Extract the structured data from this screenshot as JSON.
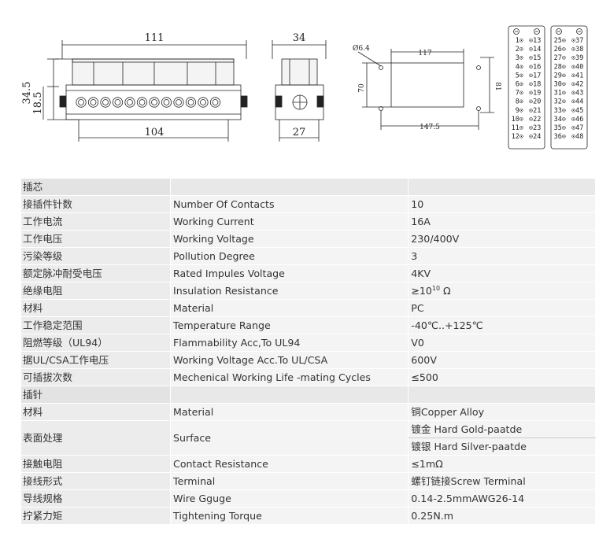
{
  "drawing": {
    "front": {
      "width_top": "111",
      "height_total": "34.5",
      "height_body": "18.5",
      "width_bottom": "104"
    },
    "side": {
      "width_top": "34",
      "width_bottom": "27"
    },
    "panel": {
      "hole": "Ø6.4",
      "w_inner": "117",
      "h_inner": "70",
      "w_outer": "147.5",
      "h_outer": "81"
    },
    "pins_left": {
      "col_a": [
        "1⊙",
        "2⊙",
        "3⊙",
        "4⊙",
        "5⊙",
        "6⊙",
        "7⊙",
        "8⊙",
        "9⊙",
        "10⊙",
        "11⊙",
        "12⊙"
      ],
      "col_b": [
        "⊙13",
        "⊙14",
        "⊙15",
        "⊙16",
        "⊙17",
        "⊙18",
        "⊙19",
        "⊙20",
        "⊙21",
        "⊙22",
        "⊙23",
        "⊙24"
      ]
    },
    "pins_right": {
      "col_a": [
        "25⊙",
        "26⊙",
        "27⊙",
        "28⊙",
        "29⊙",
        "30⊙",
        "31⊙",
        "32⊙",
        "33⊙",
        "34⊙",
        "35⊙",
        "36⊙"
      ],
      "col_b": [
        "⊙37",
        "⊙38",
        "⊙39",
        "⊙40",
        "⊙41",
        "⊙42",
        "⊙43",
        "⊙44",
        "⊙45",
        "⊙46",
        "⊙47",
        "⊙48"
      ]
    }
  },
  "sections": [
    {
      "title": "插芯",
      "rows": [
        {
          "cn": "接插件针数",
          "en": "Number Of Contacts",
          "val": "10"
        },
        {
          "cn": "工作电流",
          "en": "Working Current",
          "val": "16A"
        },
        {
          "cn": "工作电压",
          "en": "Working Voltage",
          "val": "230/400V"
        },
        {
          "cn": "污染等级",
          "en": "Pollution Degree",
          "val": "3"
        },
        {
          "cn": "额定脉冲耐受电压",
          "en": "Rated Impules Voltage",
          "val": "4KV"
        },
        {
          "cn": "绝缘电阻",
          "en": "Insulation Resistance",
          "val_pre": "≥10",
          "val_sup": "10",
          "val_post": " Ω"
        },
        {
          "cn": "材料",
          "en": "Material",
          "val": "PC"
        },
        {
          "cn": "工作稳定范围",
          "en": "Temperature Range",
          "val": "-40℃..+125℃"
        },
        {
          "cn": "阻燃等级（UL94）",
          "en": "Flammability Acc,To UL94",
          "val": "V0"
        },
        {
          "cn": "据UL/CSA工作电压",
          "en": "Working Voltage Acc.To UL/CSA",
          "val": "600V"
        },
        {
          "cn": "可插拔次数",
          "en": "Mechenical Working Life -mating Cycles",
          "val": "≤500"
        }
      ]
    },
    {
      "title": "插针",
      "rows": [
        {
          "cn": "材料",
          "en": "Material",
          "val": "铜Copper Alloy"
        },
        {
          "cn": "表面处理",
          "en": "Surface",
          "val": "镀金 Hard Gold-paatde",
          "val2": "镀银 Hard Silver-paatde"
        },
        {
          "cn": "接触电阻",
          "en": "Contact Resistance",
          "val": "≤1mΩ"
        },
        {
          "cn": "接线形式",
          "en": "Terminal",
          "val": "螺钉链接Screw Terminal"
        },
        {
          "cn": "导线规格",
          "en": "Wire Gguge",
          "val": "0.14-2.5mmAWG26-14"
        },
        {
          "cn": "拧紧力矩",
          "en": "Tightening Torque",
          "val": "0.25N.m"
        }
      ]
    }
  ]
}
